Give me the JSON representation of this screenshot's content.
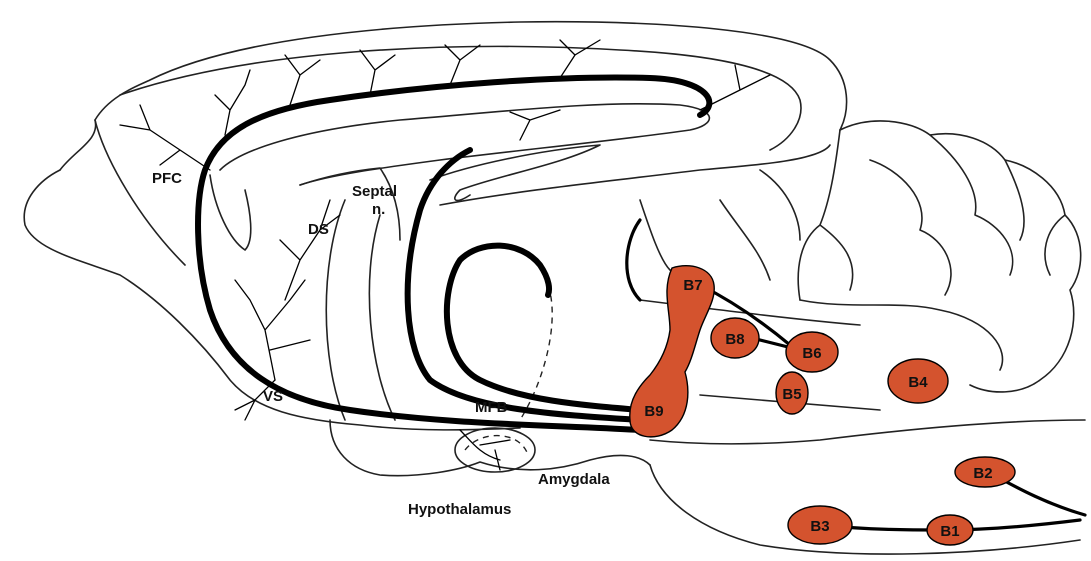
{
  "colors": {
    "nucleus_fill": "#d4532e",
    "outline": "#222222",
    "pathway": "#000000",
    "background": "#ffffff"
  },
  "labels": {
    "pfc": "PFC",
    "ds": "DS",
    "septal": "Septal",
    "septal_n": "n.",
    "vs": "VS",
    "mfb": "MFB",
    "amygdala": "Amygdala",
    "hypothalamus": "Hypothalamus"
  },
  "nuclei": {
    "b1": "B1",
    "b2": "B2",
    "b3": "B3",
    "b4": "B4",
    "b5": "B5",
    "b6": "B6",
    "b7": "B7",
    "b8": "B8",
    "b9": "B9"
  }
}
